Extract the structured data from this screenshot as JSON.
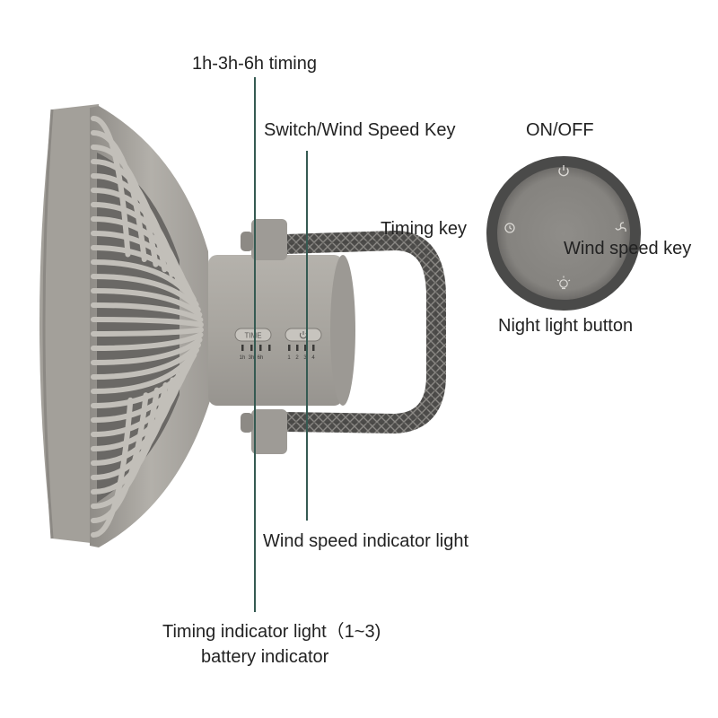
{
  "colors": {
    "fan_body": "#a9a6a0",
    "fan_shade": "#8c8984",
    "fan_dark": "#5f5d5a",
    "handle": "#4d4c4a",
    "leader_line": "#355a52",
    "text": "#222222",
    "background": "#ffffff"
  },
  "labels": {
    "timing_range": "1h-3h-6h timing",
    "switch_speed_key": "Switch/Wind Speed Key",
    "on_off": "ON/OFF",
    "timing_key": "Timing key",
    "wind_speed_key": "Wind speed key",
    "night_light_button": "Night light button",
    "wind_speed_indicator": "Wind speed indicator light",
    "timing_indicator": "Timing indicator light（1~3)",
    "battery_indicator": "battery indicator"
  },
  "panel": {
    "time_button": "TIME",
    "timing_marks": [
      "1h",
      "3h",
      "6h"
    ],
    "speed_marks": [
      "1",
      "2",
      "3",
      "4"
    ]
  },
  "icons": [
    "power-icon",
    "timer-icon",
    "fan-icon",
    "bulb-icon"
  ]
}
